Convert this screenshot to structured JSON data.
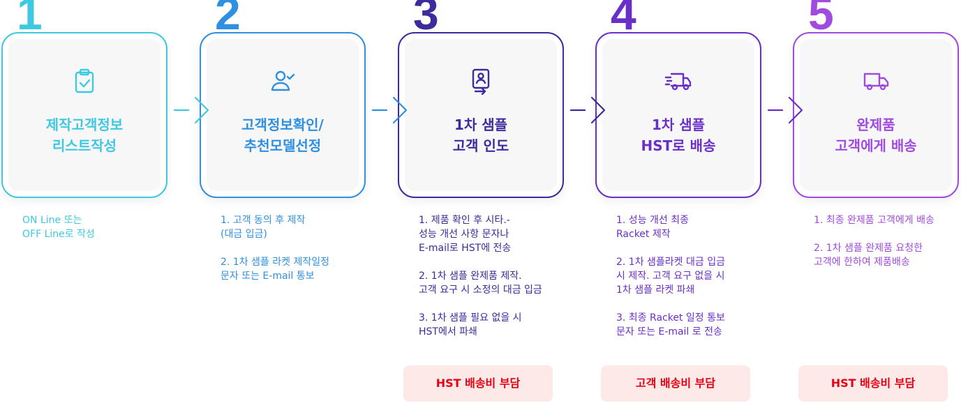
{
  "steps": [
    {
      "number": "1",
      "color": "#3ec9e0",
      "icon": "clipboard-check-icon",
      "title": "제작고객정보\n리스트작성",
      "notes": [
        "ON Line 또는\nOFF Line로 작성"
      ],
      "badge": ""
    },
    {
      "number": "2",
      "color": "#2f8fe0",
      "icon": "user-check-icon",
      "title": "고객정보확인/\n추천모델선정",
      "notes": [
        "1. 고객 동의 후 제작\n(대금 입금)",
        "2. 1차 샘플 라켓 제작일정\n문자 또는 E-mail 통보"
      ],
      "badge": ""
    },
    {
      "number": "3",
      "color": "#3d2a9c",
      "icon": "handover-document-icon",
      "title": "1차 샘플\n고객 인도",
      "notes": [
        "1. 제품 확인 후 시타.-\n성능 개선 사항 문자나\nE-mail로 HST에 전송",
        "2. 1차 샘플 완제품 제작.\n고객 요구 시 소정의 대금 입금",
        "3. 1차 샘플 필요 없을 시\nHST에서 파쇄"
      ],
      "badge": "HST 배송비 부담"
    },
    {
      "number": "4",
      "color": "#6b2fc9",
      "icon": "fast-delivery-truck-icon",
      "title": "1차 샘플\nHST로 배송",
      "notes": [
        "1. 성능 개선 최종\nRacket 제작",
        "2. 1차 샘플라켓 대금 입금\n시 제작. 고객 요구 없을 시\n1차 샘플 라켓 파쇄",
        "3. 최종 Racket 일정 통보\n문자 또는 E-mail 로 전송"
      ],
      "badge": "고객 배송비 부담"
    },
    {
      "number": "5",
      "color": "#a04ae0",
      "icon": "delivery-truck-icon",
      "title": "완제품\n고객에게 배송",
      "notes": [
        "1. 최종 완제품 고객에게 배송",
        "2. 1차 샘플 완제품 요청한\n고객에 한하여 제품배송"
      ],
      "badge": "HST 배송비 부담"
    }
  ],
  "arrow_colors": [
    "#3ec9e0",
    "#2f8fe0",
    "#3d2a9c",
    "#6b2fc9"
  ]
}
